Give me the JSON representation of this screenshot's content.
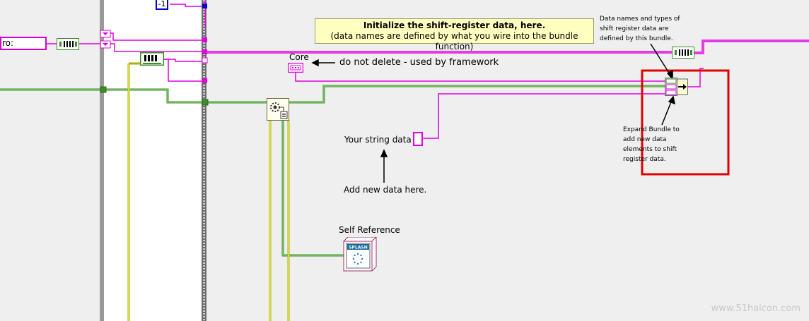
{
  "diagram": {
    "enum_constant_text": "ro: Initialize",
    "numeric_constant": "-1",
    "comment_title": "Initialize the shift-register data, here.",
    "comment_subtitle": "(data names are defined by what you wire into the bundle function)",
    "core_label": "Core",
    "core_note": "do not delete - used by framework",
    "bundle_note": "Data names and types of shift register data are defined by this bundle.",
    "expand_note": "Expand Bundle to add new data elements to shift register data.",
    "string_label": "Your string data",
    "add_data_note": "Add new data here.",
    "self_reference_label": "Self Reference",
    "splash_icon_text": "SPLASH",
    "watermark": "www.51halcon.com"
  },
  "colors": {
    "string_wire": "#e000e0",
    "cluster_wire": "#3c8c28",
    "refnum_wire": "#cccc00",
    "highlight_box": "#e00000",
    "comment_bg": "#ffffc0"
  },
  "icons": [
    "unbundle-icon",
    "cluster-constant-icon",
    "bundle-icon",
    "splash-vi-icon",
    "invoke-node-icon",
    "string-constant-icon",
    "case-structure-frame"
  ]
}
